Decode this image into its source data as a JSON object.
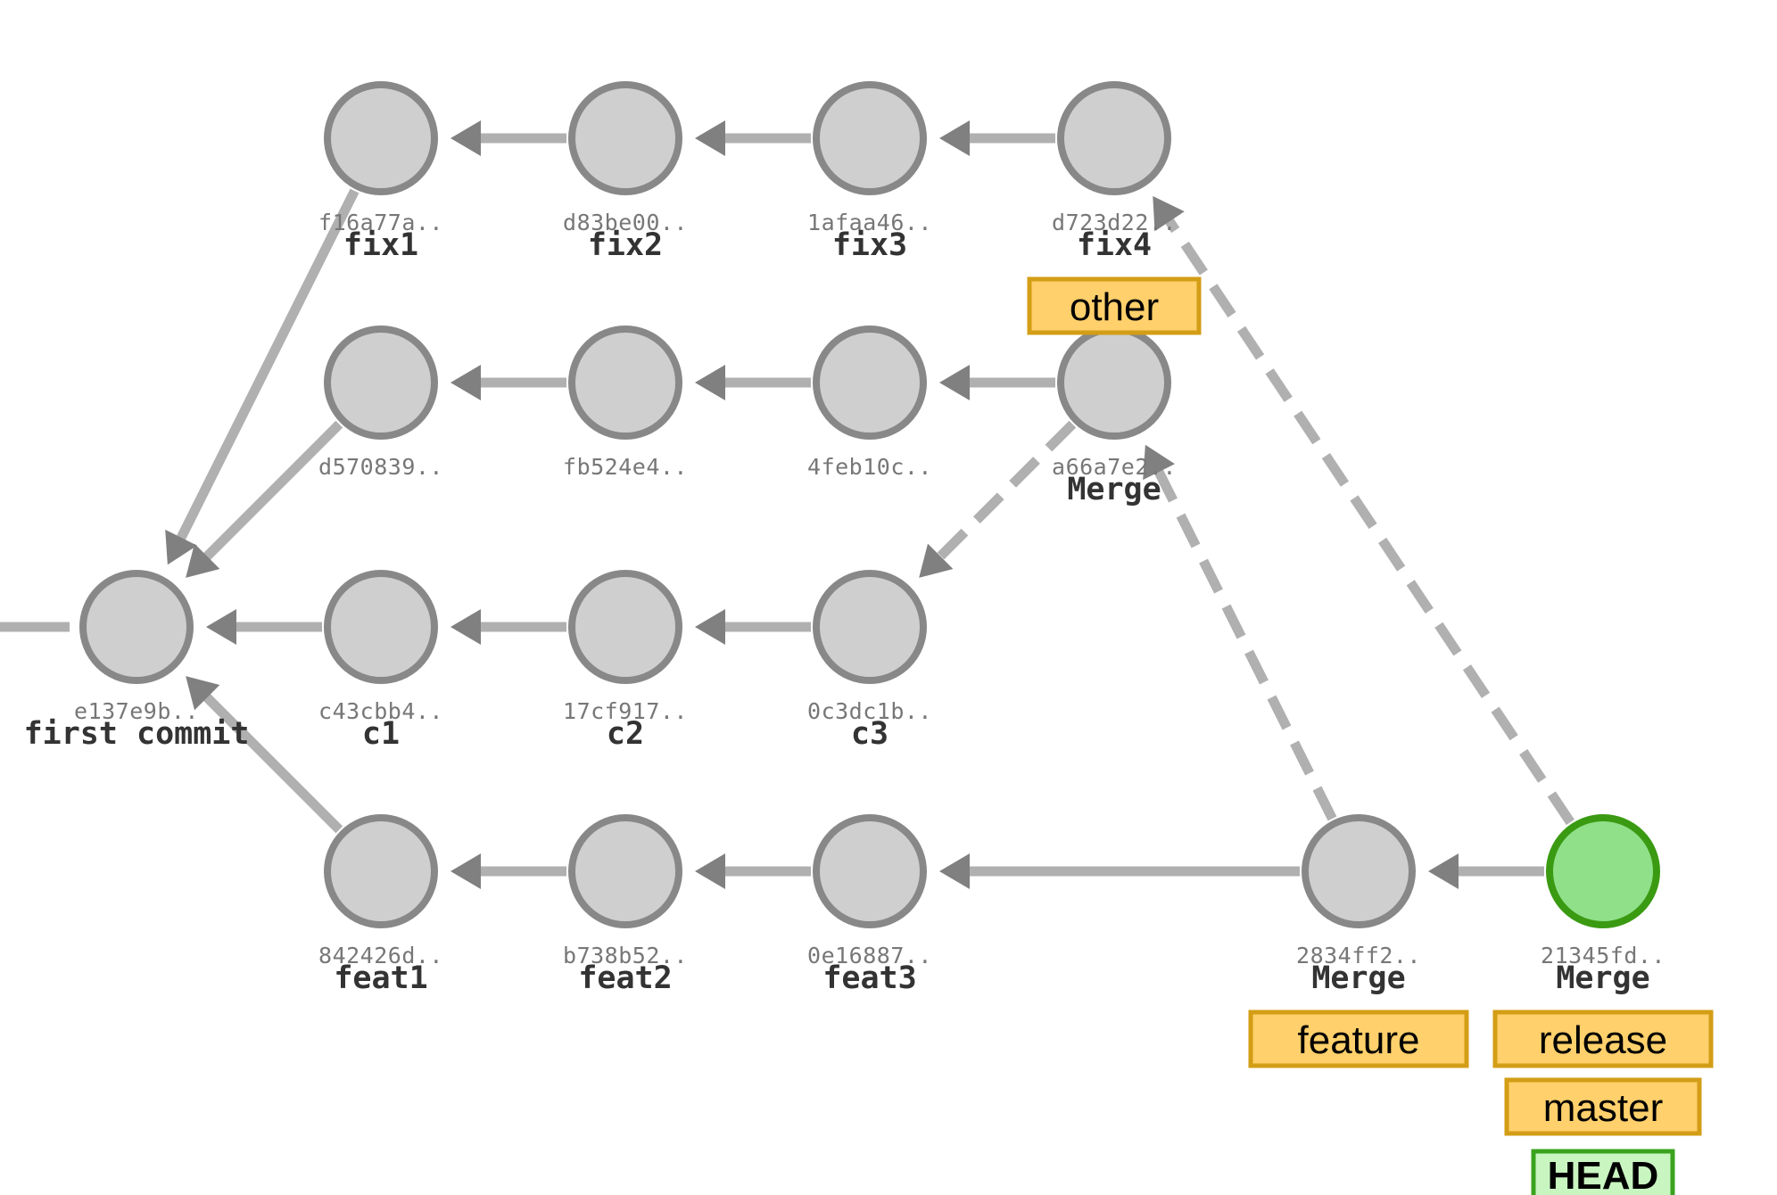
{
  "commits": [
    {
      "id": "e137e9b",
      "hash": "e137e9b..",
      "message": "first commit",
      "col": 0,
      "row": 2
    },
    {
      "id": "f16a77a",
      "hash": "f16a77a..",
      "message": "fix1",
      "col": 1,
      "row": 0
    },
    {
      "id": "d83be00",
      "hash": "d83be00..",
      "message": "fix2",
      "col": 2,
      "row": 0
    },
    {
      "id": "1afaa46",
      "hash": "1afaa46..",
      "message": "fix3",
      "col": 3,
      "row": 0
    },
    {
      "id": "d723d22",
      "hash": "d723d22..",
      "message": "fix4",
      "col": 4,
      "row": 0
    },
    {
      "id": "d570839",
      "hash": "d570839..",
      "message": "",
      "col": 1,
      "row": 1
    },
    {
      "id": "fb524e4",
      "hash": "fb524e4..",
      "message": "",
      "col": 2,
      "row": 1
    },
    {
      "id": "4feb10c",
      "hash": "4feb10c..",
      "message": "",
      "col": 3,
      "row": 1
    },
    {
      "id": "a66a7e2",
      "hash": "a66a7e2..",
      "message": "Merge",
      "col": 4,
      "row": 1
    },
    {
      "id": "c43cbb4",
      "hash": "c43cbb4..",
      "message": "c1",
      "col": 1,
      "row": 2
    },
    {
      "id": "17cf917",
      "hash": "17cf917..",
      "message": "c2",
      "col": 2,
      "row": 2
    },
    {
      "id": "0c3dc1b",
      "hash": "0c3dc1b..",
      "message": "c3",
      "col": 3,
      "row": 2
    },
    {
      "id": "842426d",
      "hash": "842426d..",
      "message": "feat1",
      "col": 1,
      "row": 3
    },
    {
      "id": "b738b52",
      "hash": "b738b52..",
      "message": "feat2",
      "col": 2,
      "row": 3
    },
    {
      "id": "0e16887",
      "hash": "0e16887..",
      "message": "feat3",
      "col": 3,
      "row": 3
    },
    {
      "id": "2834ff2",
      "hash": "2834ff2..",
      "message": "Merge",
      "col": 5,
      "row": 3
    },
    {
      "id": "21345fd",
      "hash": "21345fd..",
      "message": "Merge",
      "col": 6,
      "row": 3,
      "is_head": true
    }
  ],
  "edges": [
    {
      "from": "f16a77a",
      "to": "e137e9b"
    },
    {
      "from": "d83be00",
      "to": "f16a77a"
    },
    {
      "from": "1afaa46",
      "to": "d83be00"
    },
    {
      "from": "d723d22",
      "to": "1afaa46"
    },
    {
      "from": "d570839",
      "to": "e137e9b"
    },
    {
      "from": "fb524e4",
      "to": "d570839"
    },
    {
      "from": "4feb10c",
      "to": "fb524e4"
    },
    {
      "from": "a66a7e2",
      "to": "4feb10c"
    },
    {
      "from": "a66a7e2",
      "to": "0c3dc1b",
      "dashed": true
    },
    {
      "from": "c43cbb4",
      "to": "e137e9b"
    },
    {
      "from": "17cf917",
      "to": "c43cbb4"
    },
    {
      "from": "0c3dc1b",
      "to": "17cf917"
    },
    {
      "from": "842426d",
      "to": "e137e9b"
    },
    {
      "from": "b738b52",
      "to": "842426d"
    },
    {
      "from": "0e16887",
      "to": "b738b52"
    },
    {
      "from": "2834ff2",
      "to": "0e16887"
    },
    {
      "from": "2834ff2",
      "to": "a66a7e2",
      "dashed": true
    },
    {
      "from": "21345fd",
      "to": "2834ff2"
    },
    {
      "from": "21345fd",
      "to": "d723d22",
      "dashed": true
    }
  ],
  "refs": [
    {
      "commit": "d723d22",
      "labels": [
        {
          "text": "other",
          "kind": "branch"
        }
      ]
    },
    {
      "commit": "2834ff2",
      "labels": [
        {
          "text": "feature",
          "kind": "branch"
        }
      ]
    },
    {
      "commit": "21345fd",
      "labels": [
        {
          "text": "release",
          "kind": "branch"
        },
        {
          "text": "master",
          "kind": "branch"
        },
        {
          "text": "HEAD",
          "kind": "head"
        }
      ]
    }
  ],
  "colors": {
    "commit_fill": "#cfcfcf",
    "commit_stroke": "#888888",
    "head_commit_fill": "#90e08a",
    "head_commit_stroke": "#3a9a12",
    "edge": "#b0b0b0",
    "arrowhead": "#808080",
    "branch_fill": "#ffd06b",
    "branch_stroke": "#d39d16",
    "head_fill": "#c9f5c1",
    "head_stroke": "#3aa31e"
  }
}
